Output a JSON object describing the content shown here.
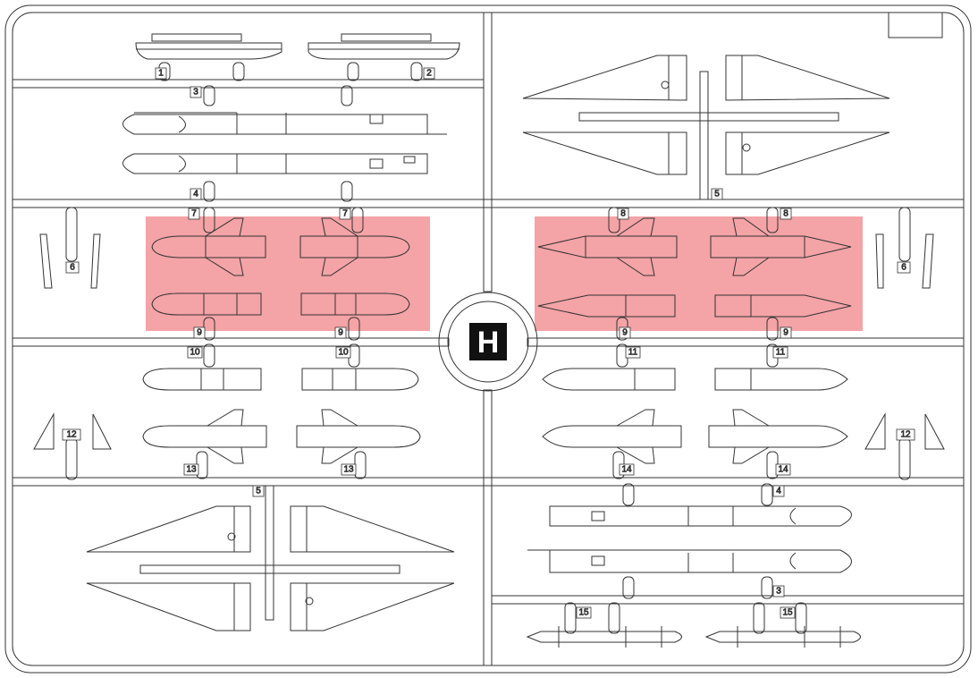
{
  "sprue": {
    "letter": "H",
    "highlight_color": "#f4a3a6",
    "line_color": "#333333",
    "part_numbers": {
      "n1": "1",
      "n2": "2",
      "n3a": "3",
      "n3b": "3",
      "n4a": "4",
      "n4b": "4",
      "n5a": "5",
      "n5b": "5",
      "n6a": "6",
      "n6b": "6",
      "n7a": "7",
      "n7b": "7",
      "n8a": "8",
      "n8b": "8",
      "n9a": "9",
      "n9b": "9",
      "n9c": "9",
      "n9d": "9",
      "n10a": "10",
      "n10b": "10",
      "n11a": "11",
      "n11b": "11",
      "n12a": "12",
      "n12b": "12",
      "n13a": "13",
      "n13b": "13",
      "n14a": "14",
      "n14b": "14",
      "n15a": "15",
      "n15b": "15"
    }
  }
}
